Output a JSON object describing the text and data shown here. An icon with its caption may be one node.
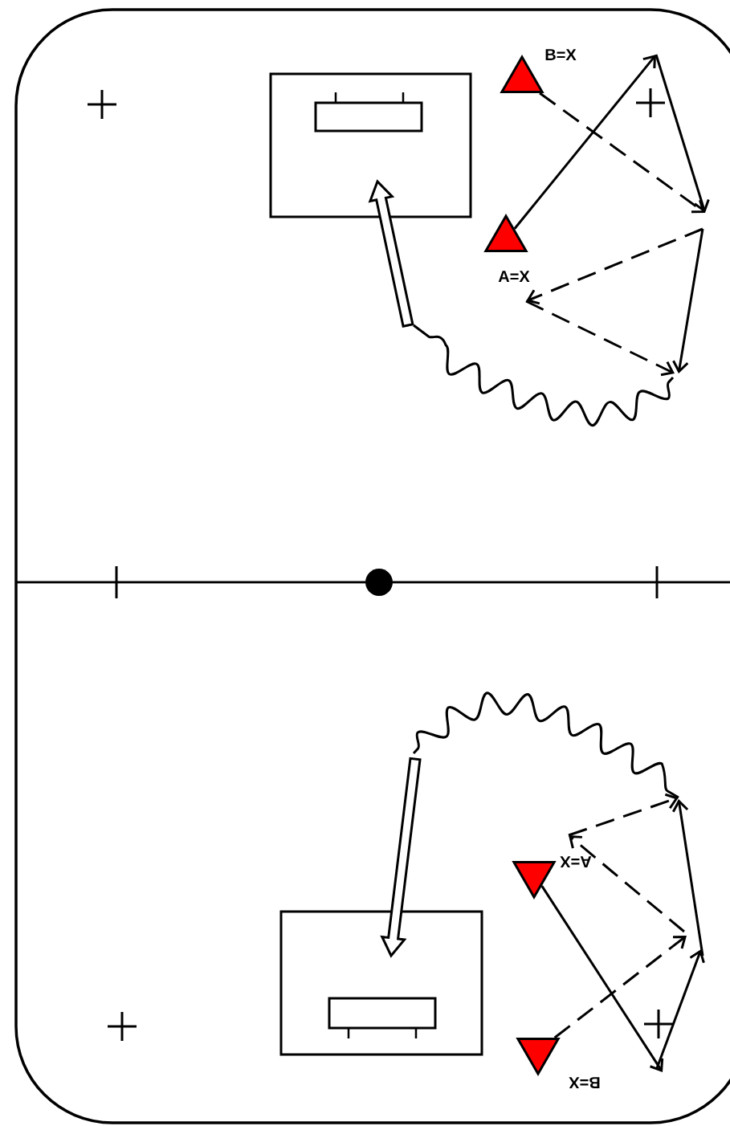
{
  "diagram": {
    "nodes": [
      {
        "text": [],
        "shape": "triangle",
        "beside": [
          "B=X"
        ]
      },
      {
        "text": [],
        "shape": "triangle",
        "beside": [
          "A=X"
        ]
      },
      {
        "text": [],
        "shape": "triangle",
        "beside": [
          "A=X"
        ]
      },
      {
        "text": [],
        "shape": "triangle",
        "beside": [
          "B=X"
        ]
      }
    ],
    "edges": [
      {
        "from": 0,
        "to": null,
        "arrow": "to",
        "style": "dashed"
      },
      {
        "from": 1,
        "to": null,
        "arrow": "to"
      },
      {
        "from": 2,
        "to": null,
        "arrow": "to"
      },
      {
        "from": 3,
        "to": null,
        "arrow": "to",
        "style": "dashed"
      }
    ]
  }
}
